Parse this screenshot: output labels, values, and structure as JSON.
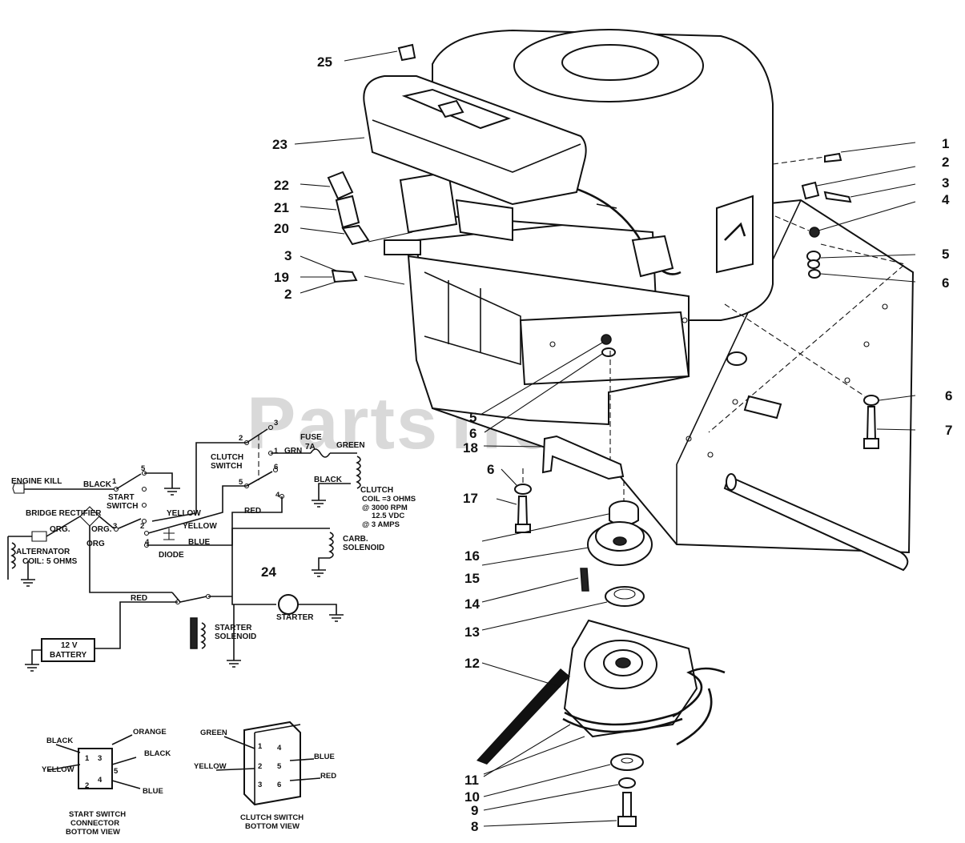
{
  "watermark": {
    "text": "PartsTree",
    "tm": "TM"
  },
  "callouts": [
    "1",
    "2",
    "3",
    "4",
    "5",
    "6",
    "6",
    "7",
    "8",
    "9",
    "10",
    "11",
    "12",
    "13",
    "14",
    "15",
    "16",
    "17",
    "6",
    "18",
    "6",
    "5",
    "2",
    "19",
    "3",
    "20",
    "21",
    "22",
    "23",
    "25",
    "24"
  ],
  "wiring": {
    "engine_kill": "ENGINE KILL",
    "black1": "BLACK",
    "start_switch": "START",
    "start_switch2": "SWITCH",
    "bridge_rectifier": "BRIDGE RECTIFIER",
    "org1": "ORG.",
    "org2": "ORG.",
    "org3": "ORG",
    "alternator": "ALTERNATOR",
    "alternator_coil": "COIL: 5 OHMS",
    "yellow1": "YELLOW",
    "yellow2": "YELLOW",
    "blue": "BLUE",
    "diode": "DIODE",
    "red1": "RED",
    "red2": "RED",
    "clutch_switch": "CLUTCH",
    "clutch_switch2": "SWITCH",
    "fuse": "FUSE",
    "fuse_rating": "7A",
    "grn": "GRN",
    "green": "GREEN",
    "black2": "BLACK",
    "clutch_coil": [
      "CLUTCH",
      "COIL =3 OHMS",
      "@ 3000 RPM",
      "12.5 VDC",
      "@ 3 AMPS"
    ],
    "carb_solenoid": [
      "CARB.",
      "SOLENOID"
    ],
    "starter": "STARTER",
    "starter_solenoid": [
      "STARTER",
      "SOLENOID"
    ],
    "battery": [
      "12 V",
      "BATTERY"
    ],
    "pins": [
      "1",
      "2",
      "3",
      "4",
      "5",
      "1",
      "2",
      "3",
      "4",
      "5",
      "6"
    ]
  },
  "start_connector": {
    "wires": [
      "BLACK",
      "ORANGE",
      "BLACK",
      "YELLOW",
      "BLUE"
    ],
    "pins": [
      "1",
      "3",
      "2",
      "4",
      "5"
    ],
    "caption": [
      "START SWITCH",
      "CONNECTOR",
      "BOTTOM VIEW"
    ]
  },
  "clutch_connector": {
    "wires": [
      "GREEN",
      "YELLOW",
      "BLUE",
      "RED"
    ],
    "pins": [
      "1",
      "2",
      "3",
      "4",
      "5",
      "6"
    ],
    "caption": [
      "CLUTCH SWITCH",
      "BOTTOM VIEW"
    ]
  }
}
